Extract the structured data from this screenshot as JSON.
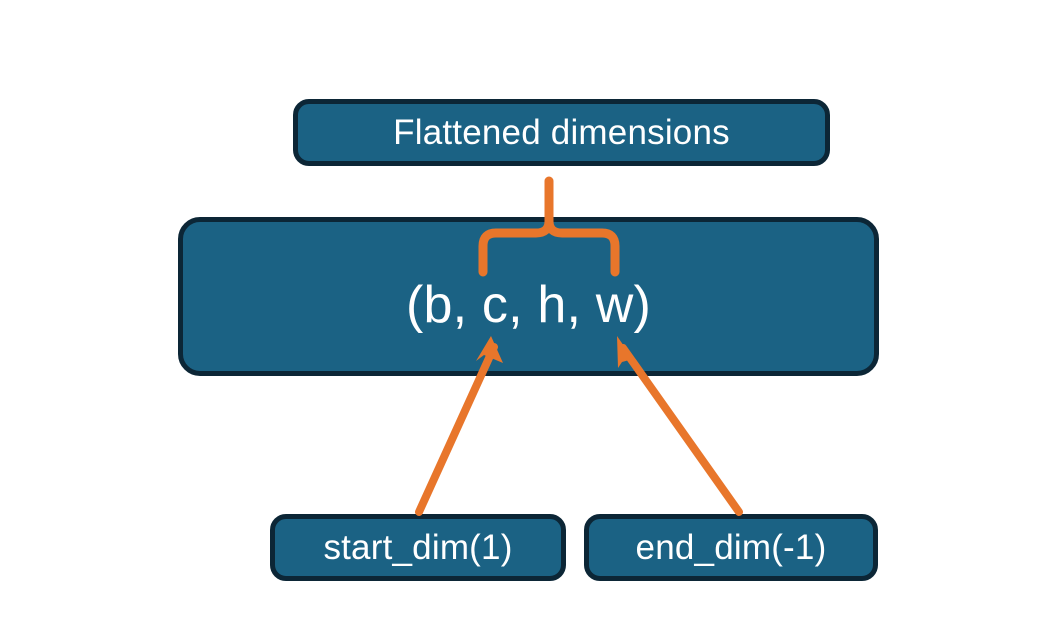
{
  "diagram": {
    "title_node": {
      "label": "Flattened dimensions"
    },
    "tensor_node": {
      "label": "(b, c, h, w)"
    },
    "param_nodes": [
      {
        "label": "start_dim(1)"
      },
      {
        "label": "end_dim(-1)"
      }
    ],
    "connectors": [
      {
        "name": "brace-flattened-span",
        "kind": "curly-brace",
        "from": "tensor_node",
        "to": "title_node"
      },
      {
        "name": "arrow-start-dim",
        "kind": "arrow",
        "from": "start_dim(1)",
        "to": "c"
      },
      {
        "name": "arrow-end-dim",
        "kind": "arrow",
        "from": "end_dim(-1)",
        "to": "w"
      }
    ],
    "colors": {
      "node_fill": "#1B6284",
      "node_border": "#0C2636",
      "node_text": "#FFFFFF",
      "accent": "#E8762B",
      "background": "#FFFFFF"
    }
  }
}
